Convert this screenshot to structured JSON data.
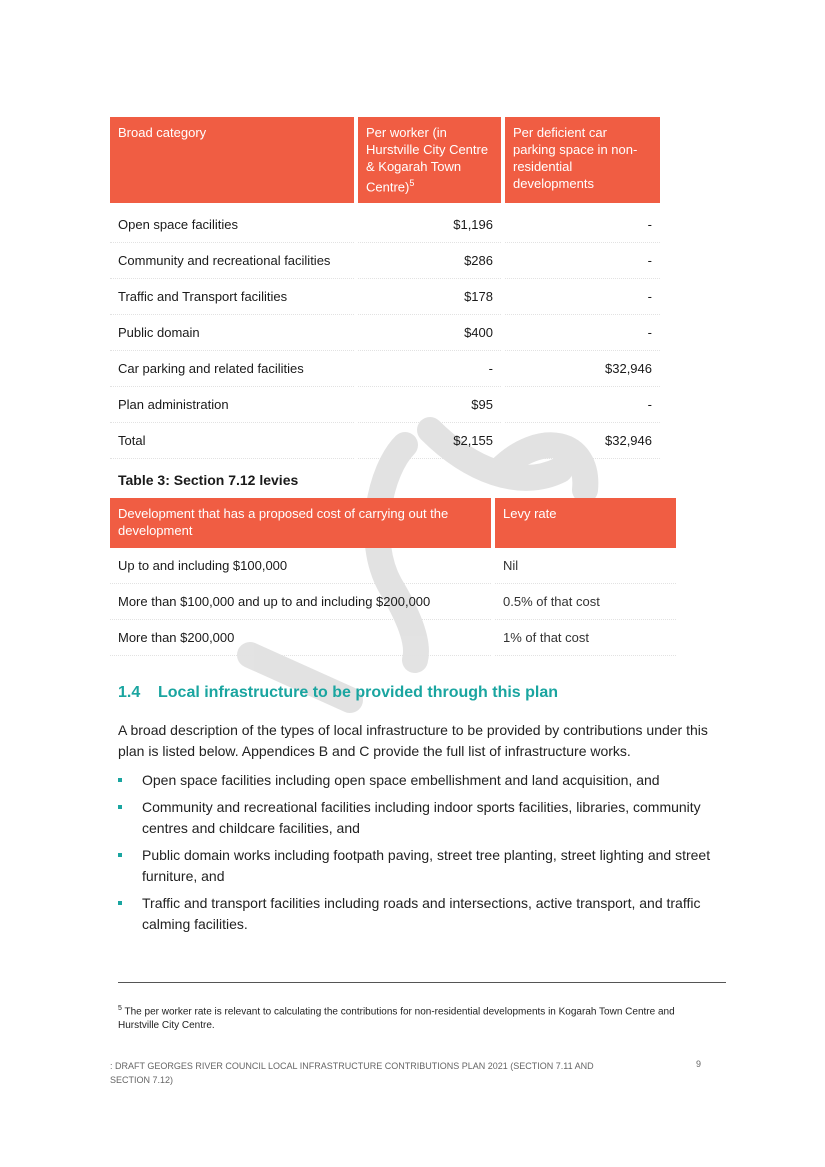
{
  "table1": {
    "headers": [
      "Broad category",
      "Per worker (in Hurstville City Centre & Kogarah Town Centre)",
      "Per deficient car parking space in non-residential developments"
    ],
    "header_footnote_ref": "5",
    "rows": [
      {
        "category": "Open space facilities",
        "per_worker": "$1,196",
        "per_space": "-"
      },
      {
        "category": "Community and recreational facilities",
        "per_worker": "$286",
        "per_space": "-"
      },
      {
        "category": "Traffic and Transport facilities",
        "per_worker": "$178",
        "per_space": "-"
      },
      {
        "category": "Public domain",
        "per_worker": "$400",
        "per_space": "-"
      },
      {
        "category": "Car parking and related facilities",
        "per_worker": "-",
        "per_space": "$32,946"
      },
      {
        "category": "Plan administration",
        "per_worker": "$95",
        "per_space": "-"
      },
      {
        "category": "Total",
        "per_worker": "$2,155",
        "per_space": "$32,946"
      }
    ]
  },
  "table2": {
    "caption": "Table 3: Section 7.12 levies",
    "headers": [
      "Development that has a proposed cost of carrying out the development",
      "Levy rate"
    ],
    "rows": [
      {
        "development": "Up to and including $100,000",
        "rate": "Nil"
      },
      {
        "development": "More than $100,000 and up to and including $200,000",
        "rate": "0.5% of that cost"
      },
      {
        "development": "More than $200,000",
        "rate": "1% of that cost"
      }
    ]
  },
  "section": {
    "number": "1.4",
    "title": "Local infrastructure to be provided through this plan",
    "intro": "A broad description of the types of local infrastructure to be provided by contributions under this plan is listed below. Appendices B and C provide the full list of infrastructure works.",
    "bullets": [
      "Open space facilities including open space embellishment and land acquisition, and",
      "Community and recreational facilities including indoor sports facilities, libraries, community centres and childcare facilities, and",
      "Public domain works including footpath paving, street tree planting, street lighting and street furniture, and",
      "Traffic and transport facilities including roads and intersections, active transport, and traffic calming facilities."
    ]
  },
  "footnote": {
    "marker": "5",
    "text": "The per worker rate is relevant to calculating the contributions for non-residential developments in Kogarah Town Centre and Hurstville City Centre."
  },
  "footer": {
    "text": ": DRAFT GEORGES RIVER COUNCIL LOCAL INFRASTRUCTURE CONTRIBUTIONS PLAN 2021 (SECTION 7.11 AND SECTION 7.12)",
    "page_number": "9"
  },
  "watermark": {
    "text": "Draft"
  },
  "colors": {
    "header_bg": "#f05d43",
    "accent": "#1aa5a0"
  }
}
